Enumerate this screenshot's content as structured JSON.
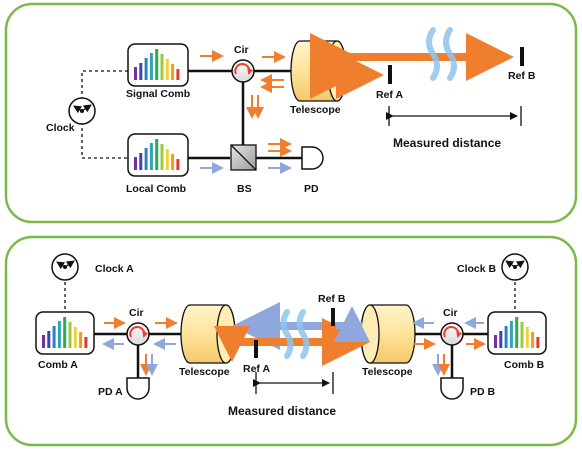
{
  "top_panel": {
    "signal_comb": "Signal Comb",
    "local_comb": "Local Comb",
    "clock": "Clock",
    "cir": "Cir",
    "telescope": "Telescope",
    "bs": "BS",
    "pd": "PD",
    "ref_a": "Ref A",
    "ref_b": "Ref B",
    "measured_distance": "Measured distance"
  },
  "bottom_panel": {
    "clock_a": "Clock A",
    "clock_b": "Clock B",
    "comb_a": "Comb A",
    "comb_b": "Comb B",
    "cir_a": "Cir",
    "cir_b": "Cir",
    "telescope_a": "Telescope",
    "telescope_b": "Telescope",
    "ref_a": "Ref A",
    "ref_b": "Ref B",
    "pd_a": "PD A",
    "pd_b": "PD B",
    "measured_distance": "Measured distance"
  },
  "colors": {
    "panel_border": "#7cba47",
    "orange_beam": "#ef7e2e",
    "blue_beam": "#8fa7dc",
    "telescope_fill": "#ffe8a3",
    "circulator_arrow": "#e8402a",
    "cloud": "#8ec5ee"
  },
  "spectrum_bar_colors": [
    "#7a2f9e",
    "#3c44a8",
    "#2e7fc6",
    "#2aa6b8",
    "#2fa84f",
    "#9ac93b",
    "#f2d22e",
    "#f29a2e",
    "#e23a2a"
  ]
}
